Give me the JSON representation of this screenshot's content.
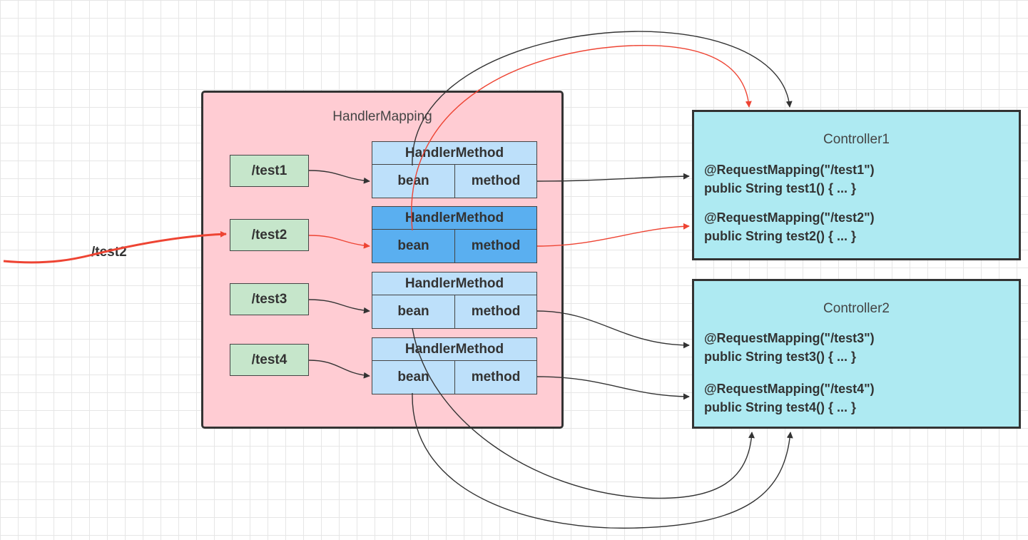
{
  "request": {
    "label": "/test2"
  },
  "handler_mapping": {
    "title": "HandlerMapping",
    "entries": [
      {
        "path": "/test1",
        "title": "HandlerMethod",
        "bean": "bean",
        "method": "method",
        "active": false
      },
      {
        "path": "/test2",
        "title": "HandlerMethod",
        "bean": "bean",
        "method": "method",
        "active": true
      },
      {
        "path": "/test3",
        "title": "HandlerMethod",
        "bean": "bean",
        "method": "method",
        "active": false
      },
      {
        "path": "/test4",
        "title": "HandlerMethod",
        "bean": "bean",
        "method": "method",
        "active": false
      }
    ]
  },
  "controllers": [
    {
      "title": "Controller1",
      "methods": [
        {
          "annotation": "@RequestMapping(\"/test1\")",
          "signature": "public String test1() { ... }"
        },
        {
          "annotation": "@RequestMapping(\"/test2\")",
          "signature": "public String test2() { ... }"
        }
      ]
    },
    {
      "title": "Controller2",
      "methods": [
        {
          "annotation": "@RequestMapping(\"/test3\")",
          "signature": "public String test3() { ... }"
        },
        {
          "annotation": "@RequestMapping(\"/test4\")",
          "signature": "public String test4() { ... }"
        }
      ]
    }
  ],
  "colors": {
    "active_path": "#ee4433",
    "default_path": "#333333",
    "handler_mapping_bg": "#ffccd3",
    "handler_method_bg": "#bde0fa",
    "handler_method_active_bg": "#5aaff0",
    "path_box_bg": "#c6e6cb",
    "controller_bg": "#aeeaf2"
  }
}
